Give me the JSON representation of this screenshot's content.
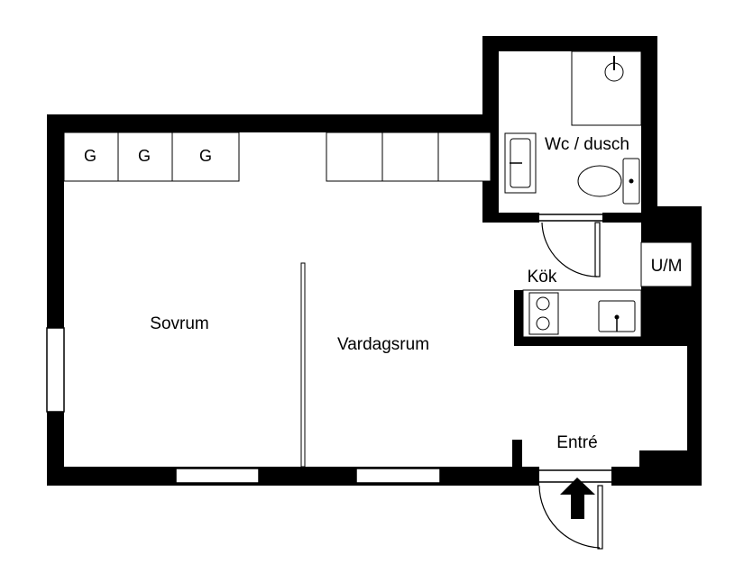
{
  "rooms": {
    "bedroom": "Sovrum",
    "living": "Vardagsrum",
    "bath": "Wc / dusch",
    "kitchen": "Kök",
    "entrance": "Entré"
  },
  "closet_label": "G",
  "laundry_label": "U/M",
  "colors": {
    "wall": "#000000",
    "background": "#ffffff"
  }
}
